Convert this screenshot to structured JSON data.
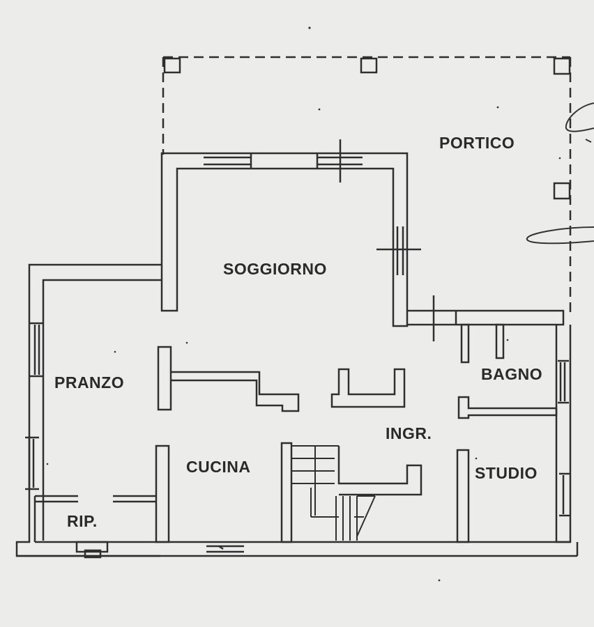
{
  "rooms": {
    "portico": "PORTICO",
    "soggiorno": "SOGGIORNO",
    "pranzo": "PRANZO",
    "bagno": "BAGNO",
    "ingresso": "INGR.",
    "cucina": "CUCINA",
    "studio": "STUDIO",
    "ripostiglio": "RIP."
  },
  "colors": {
    "paper": "#ecedeb",
    "ink": "#2f2f2f"
  }
}
